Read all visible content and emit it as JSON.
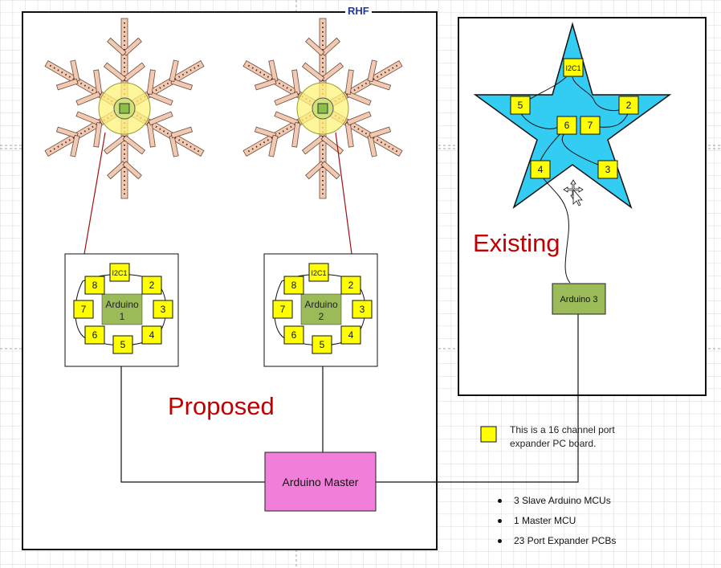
{
  "header": {
    "watermark": "RHF"
  },
  "proposed": {
    "title": "Proposed",
    "units": [
      {
        "board": "Arduino\n1",
        "expanders": [
          "I2C1",
          "2",
          "3",
          "4",
          "5",
          "6",
          "7",
          "8"
        ]
      },
      {
        "board": "Arduino\n2",
        "expanders": [
          "I2C1",
          "2",
          "3",
          "4",
          "5",
          "6",
          "7",
          "8"
        ]
      }
    ],
    "master": "Arduino Master"
  },
  "existing": {
    "title": "Existing",
    "expanders": [
      "I2C1",
      "2",
      "3",
      "4",
      "5",
      "6",
      "7"
    ],
    "board": "Arduino 3"
  },
  "legend": {
    "text": "This is a 16 channel port\nexpander PC board.",
    "swatch_color": "#ffff00"
  },
  "notes": [
    "3 Slave Arduino MCUs",
    "1 Master MCU",
    "23 Port Expander PCBs"
  ],
  "colors": {
    "star": "#33ccf2",
    "expander": "#ffff00",
    "arduino": "#9bbb59",
    "master": "#f17fd9",
    "title_red": "#c00000",
    "snowflake": "#f2c9b3"
  }
}
